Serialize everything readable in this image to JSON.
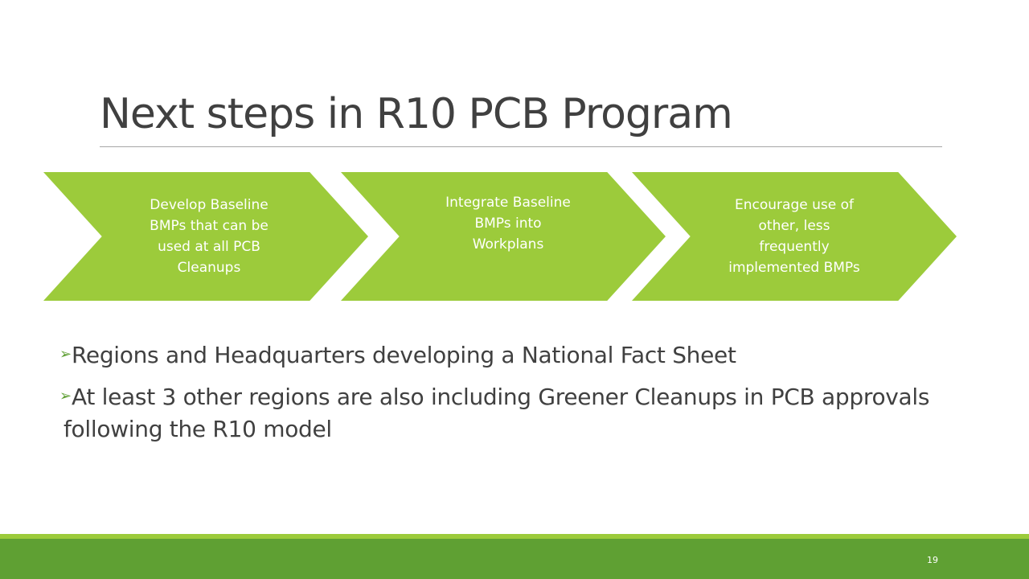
{
  "slide": {
    "title": "Next steps in R10 PCB Program",
    "page_number": "19"
  },
  "process": {
    "steps": [
      {
        "label": "Develop Baseline\nBMPs that can be\nused at all PCB\nCleanups"
      },
      {
        "label": "Integrate Baseline\nBMPs into\nWorkplans"
      },
      {
        "label": "Encourage use of\nother, less\nfrequently\nimplemented BMPs"
      }
    ]
  },
  "bullets": [
    {
      "text": "Regions and Headquarters developing a National Fact Sheet",
      "icon": "arrow-bullet-icon"
    },
    {
      "text": "At least 3 other regions are also including Greener Cleanups in PCB approvals following the R10 model",
      "icon": "arrow-bullet-icon"
    }
  ],
  "colors": {
    "chevron": "#9ccb3b",
    "footer_light": "#9ccb3b",
    "footer_dark": "#5fa033",
    "text": "#404040"
  }
}
